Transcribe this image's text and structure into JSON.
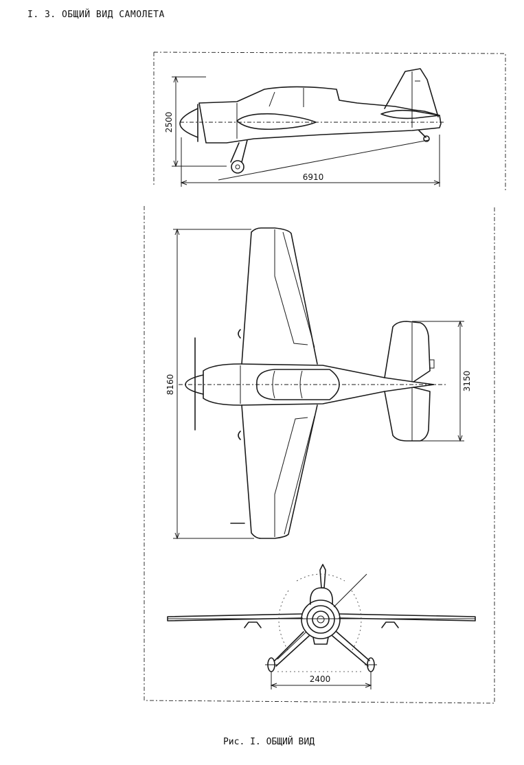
{
  "header": {
    "section_title": "I. 3. ОБЩИЙ ВИД САМОЛЕТА"
  },
  "figure": {
    "dimensions": {
      "height": "2500",
      "length": "6910",
      "wingspan": "8160",
      "stabilizer_span": "3150",
      "wheel_track": "2400"
    },
    "caption": "Рис. I. ОБЩИЙ ВИД"
  }
}
